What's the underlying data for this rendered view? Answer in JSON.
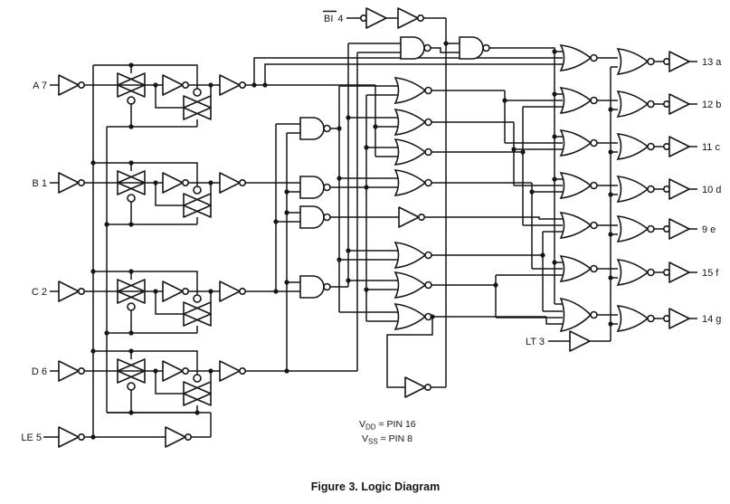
{
  "diagram": {
    "title": "Logic Diagram",
    "inputs": [
      {
        "id": "a",
        "label": "A 7"
      },
      {
        "id": "b",
        "label": "B 1"
      },
      {
        "id": "c",
        "label": "C 2"
      },
      {
        "id": "d",
        "label": "D 6"
      },
      {
        "id": "le",
        "label": "LE 5"
      }
    ],
    "blanking_input": {
      "label": "BI",
      "pin": "4",
      "overline": true
    },
    "lamp_test_input": {
      "label": "LT 3"
    },
    "outputs": [
      {
        "id": "a",
        "label": "13 a"
      },
      {
        "id": "b",
        "label": "12 b"
      },
      {
        "id": "c",
        "label": "11 c"
      },
      {
        "id": "d",
        "label": "10 d"
      },
      {
        "id": "e",
        "label": "9 e"
      },
      {
        "id": "f",
        "label": "15 f"
      },
      {
        "id": "g",
        "label": "14 g"
      }
    ],
    "notes": {
      "vdd_sym": "V",
      "vdd_sub": "DD",
      "vdd_eq": " = PIN 16",
      "vss_sym": "V",
      "vss_sub": "SS",
      "vss_eq": " = PIN 8"
    },
    "caption": "Figure 3. Logic Diagram",
    "colors": {
      "line": "#161616",
      "background": "#ffffff"
    }
  }
}
